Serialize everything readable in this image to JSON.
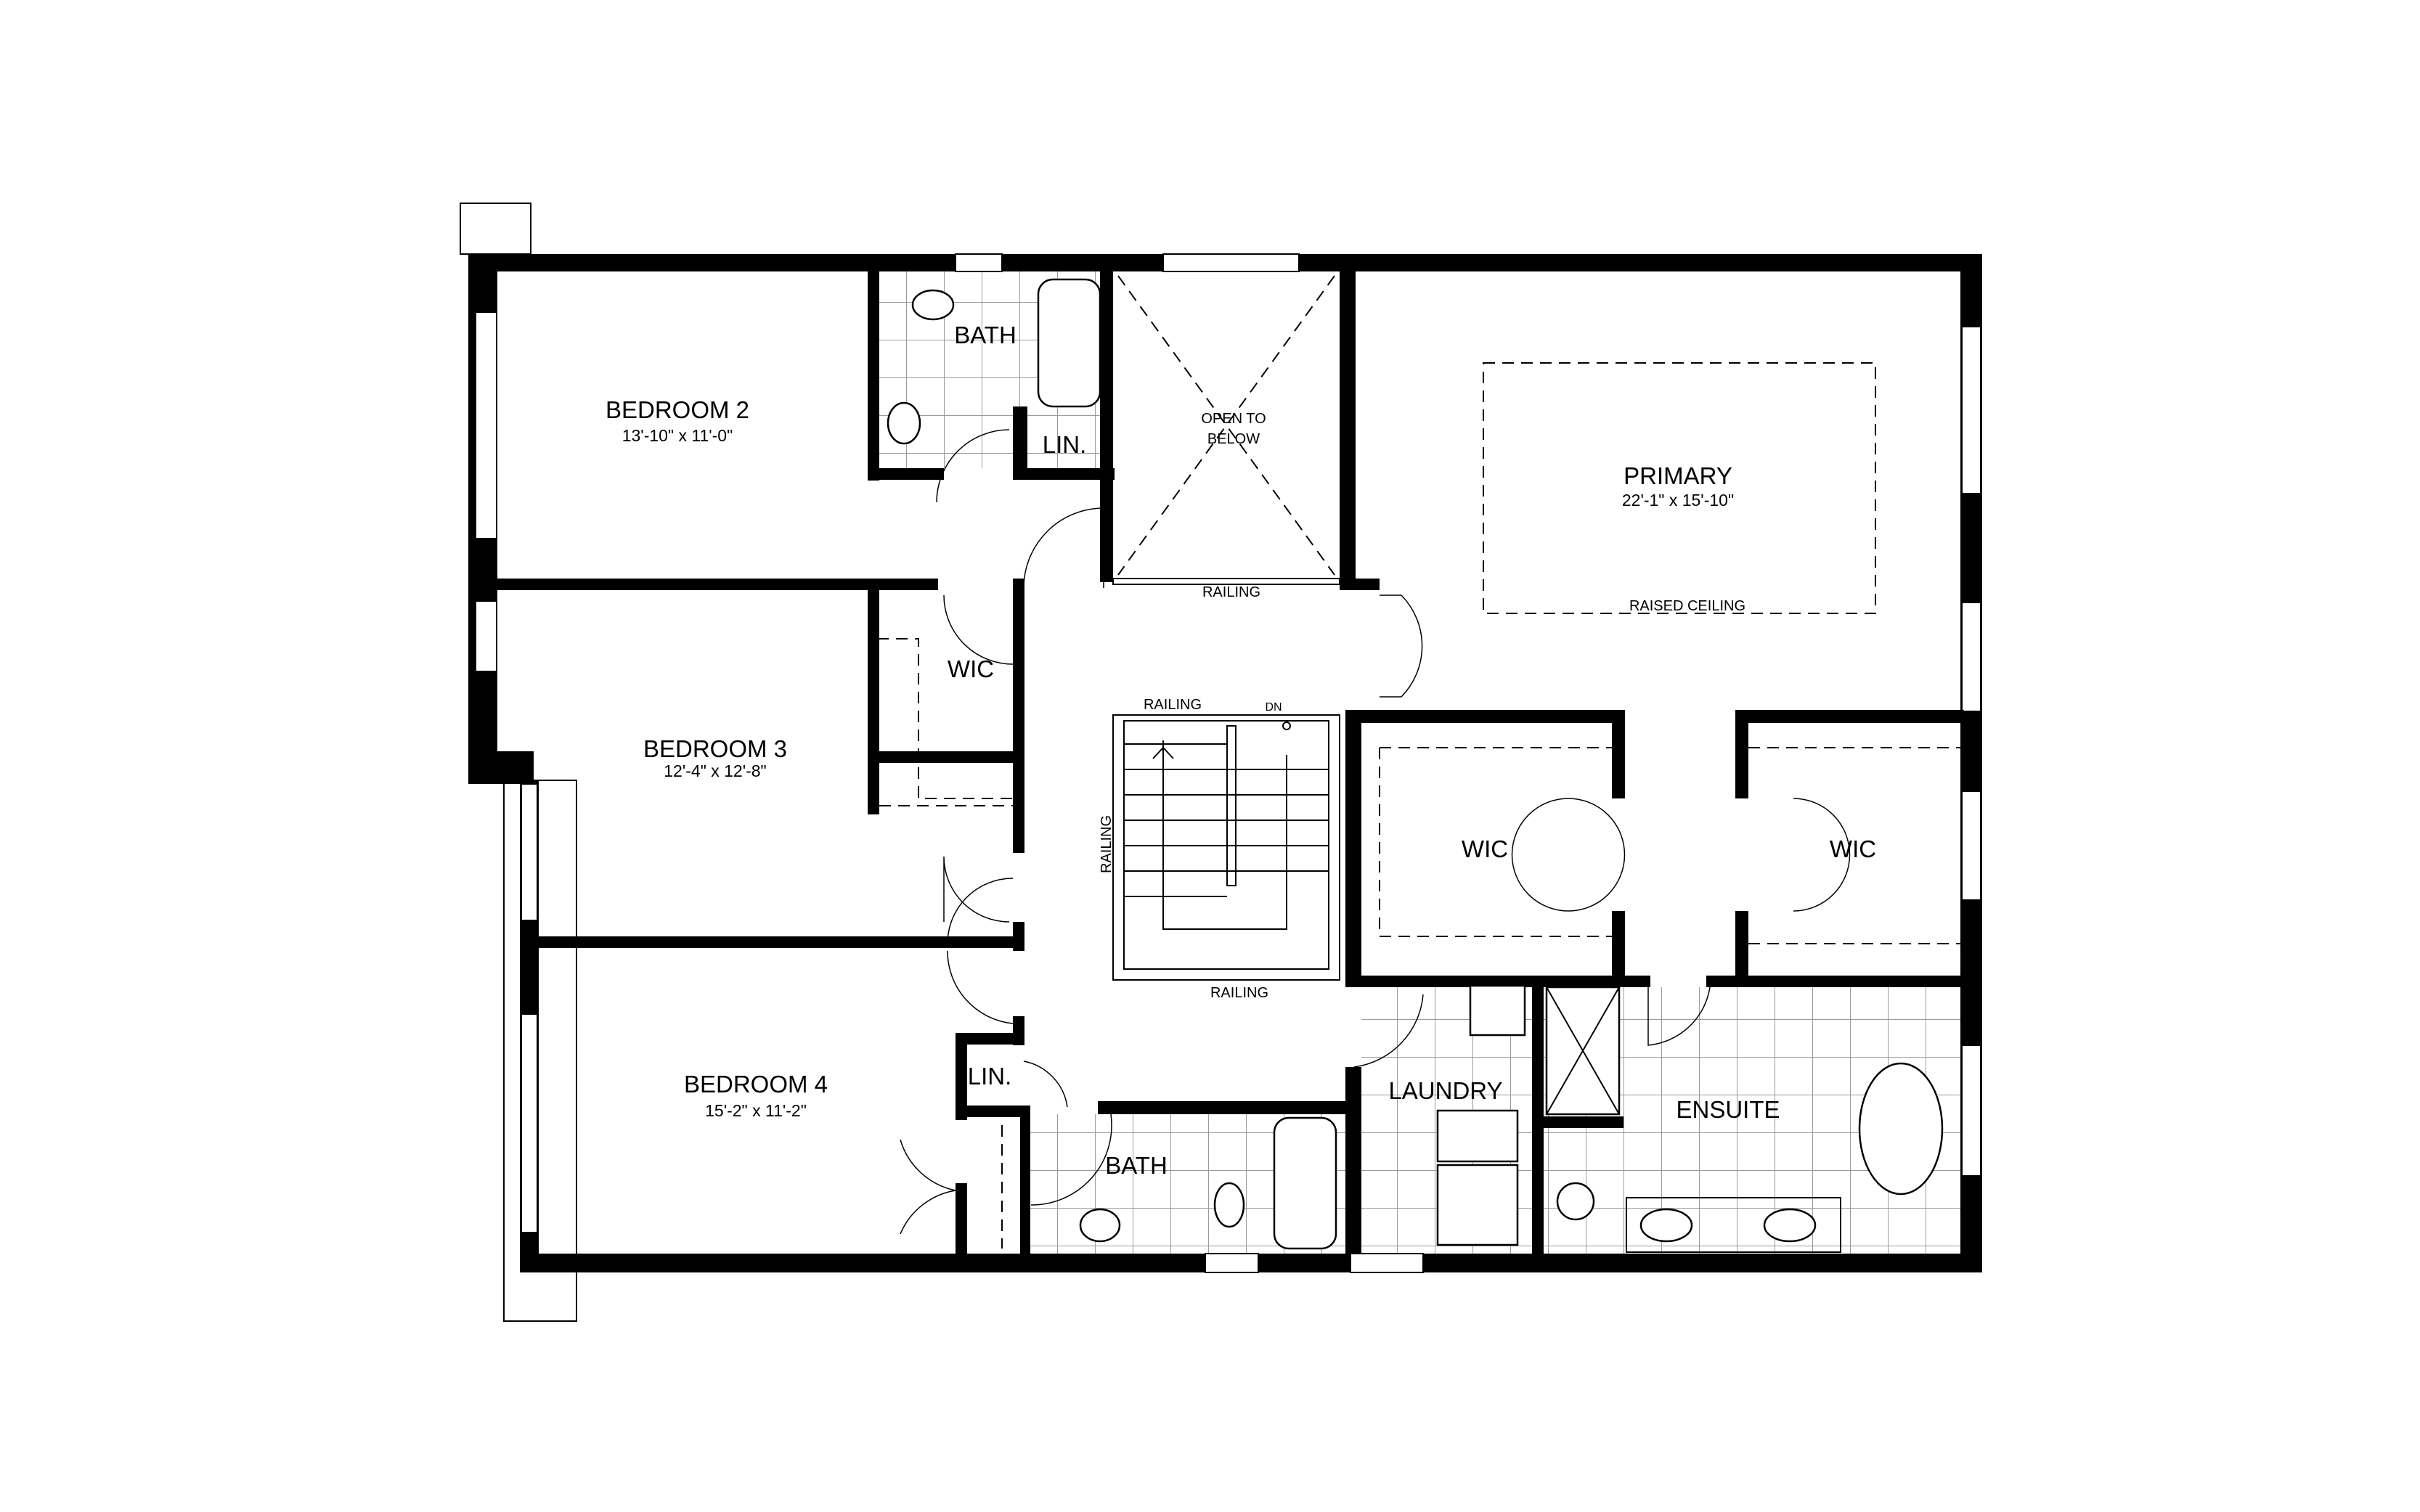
{
  "plan": {
    "rooms": {
      "bedroom2": {
        "name": "BEDROOM 2",
        "size": "13'-10\" x 11'-0\""
      },
      "bedroom3": {
        "name": "BEDROOM 3",
        "size": "12'-4\" x 12'-8\""
      },
      "bedroom4": {
        "name": "BEDROOM 4",
        "size": "15'-2\" x 11'-2\""
      },
      "primary": {
        "name": "PRIMARY",
        "size": "22'-1\" x 15'-10\"",
        "note": "RAISED CEILING"
      },
      "bath_top": "BATH",
      "bath_bottom": "BATH",
      "lin_top": "LIN.",
      "lin_bottom": "LIN.",
      "wic_bed3": "WIC",
      "wic_primary_left": "WIC",
      "wic_primary_right": "WIC",
      "laundry": "LAUNDRY",
      "ensuite": "ENSUITE",
      "open_to_below": [
        "OPEN TO",
        "BELOW"
      ]
    },
    "annotations": {
      "railing_open": "RAILING",
      "railing_stair_top": "RAILING",
      "railing_stair_side": "RAILING",
      "railing_stair_bottom": "RAILING",
      "stair_dn": "DN"
    }
  }
}
